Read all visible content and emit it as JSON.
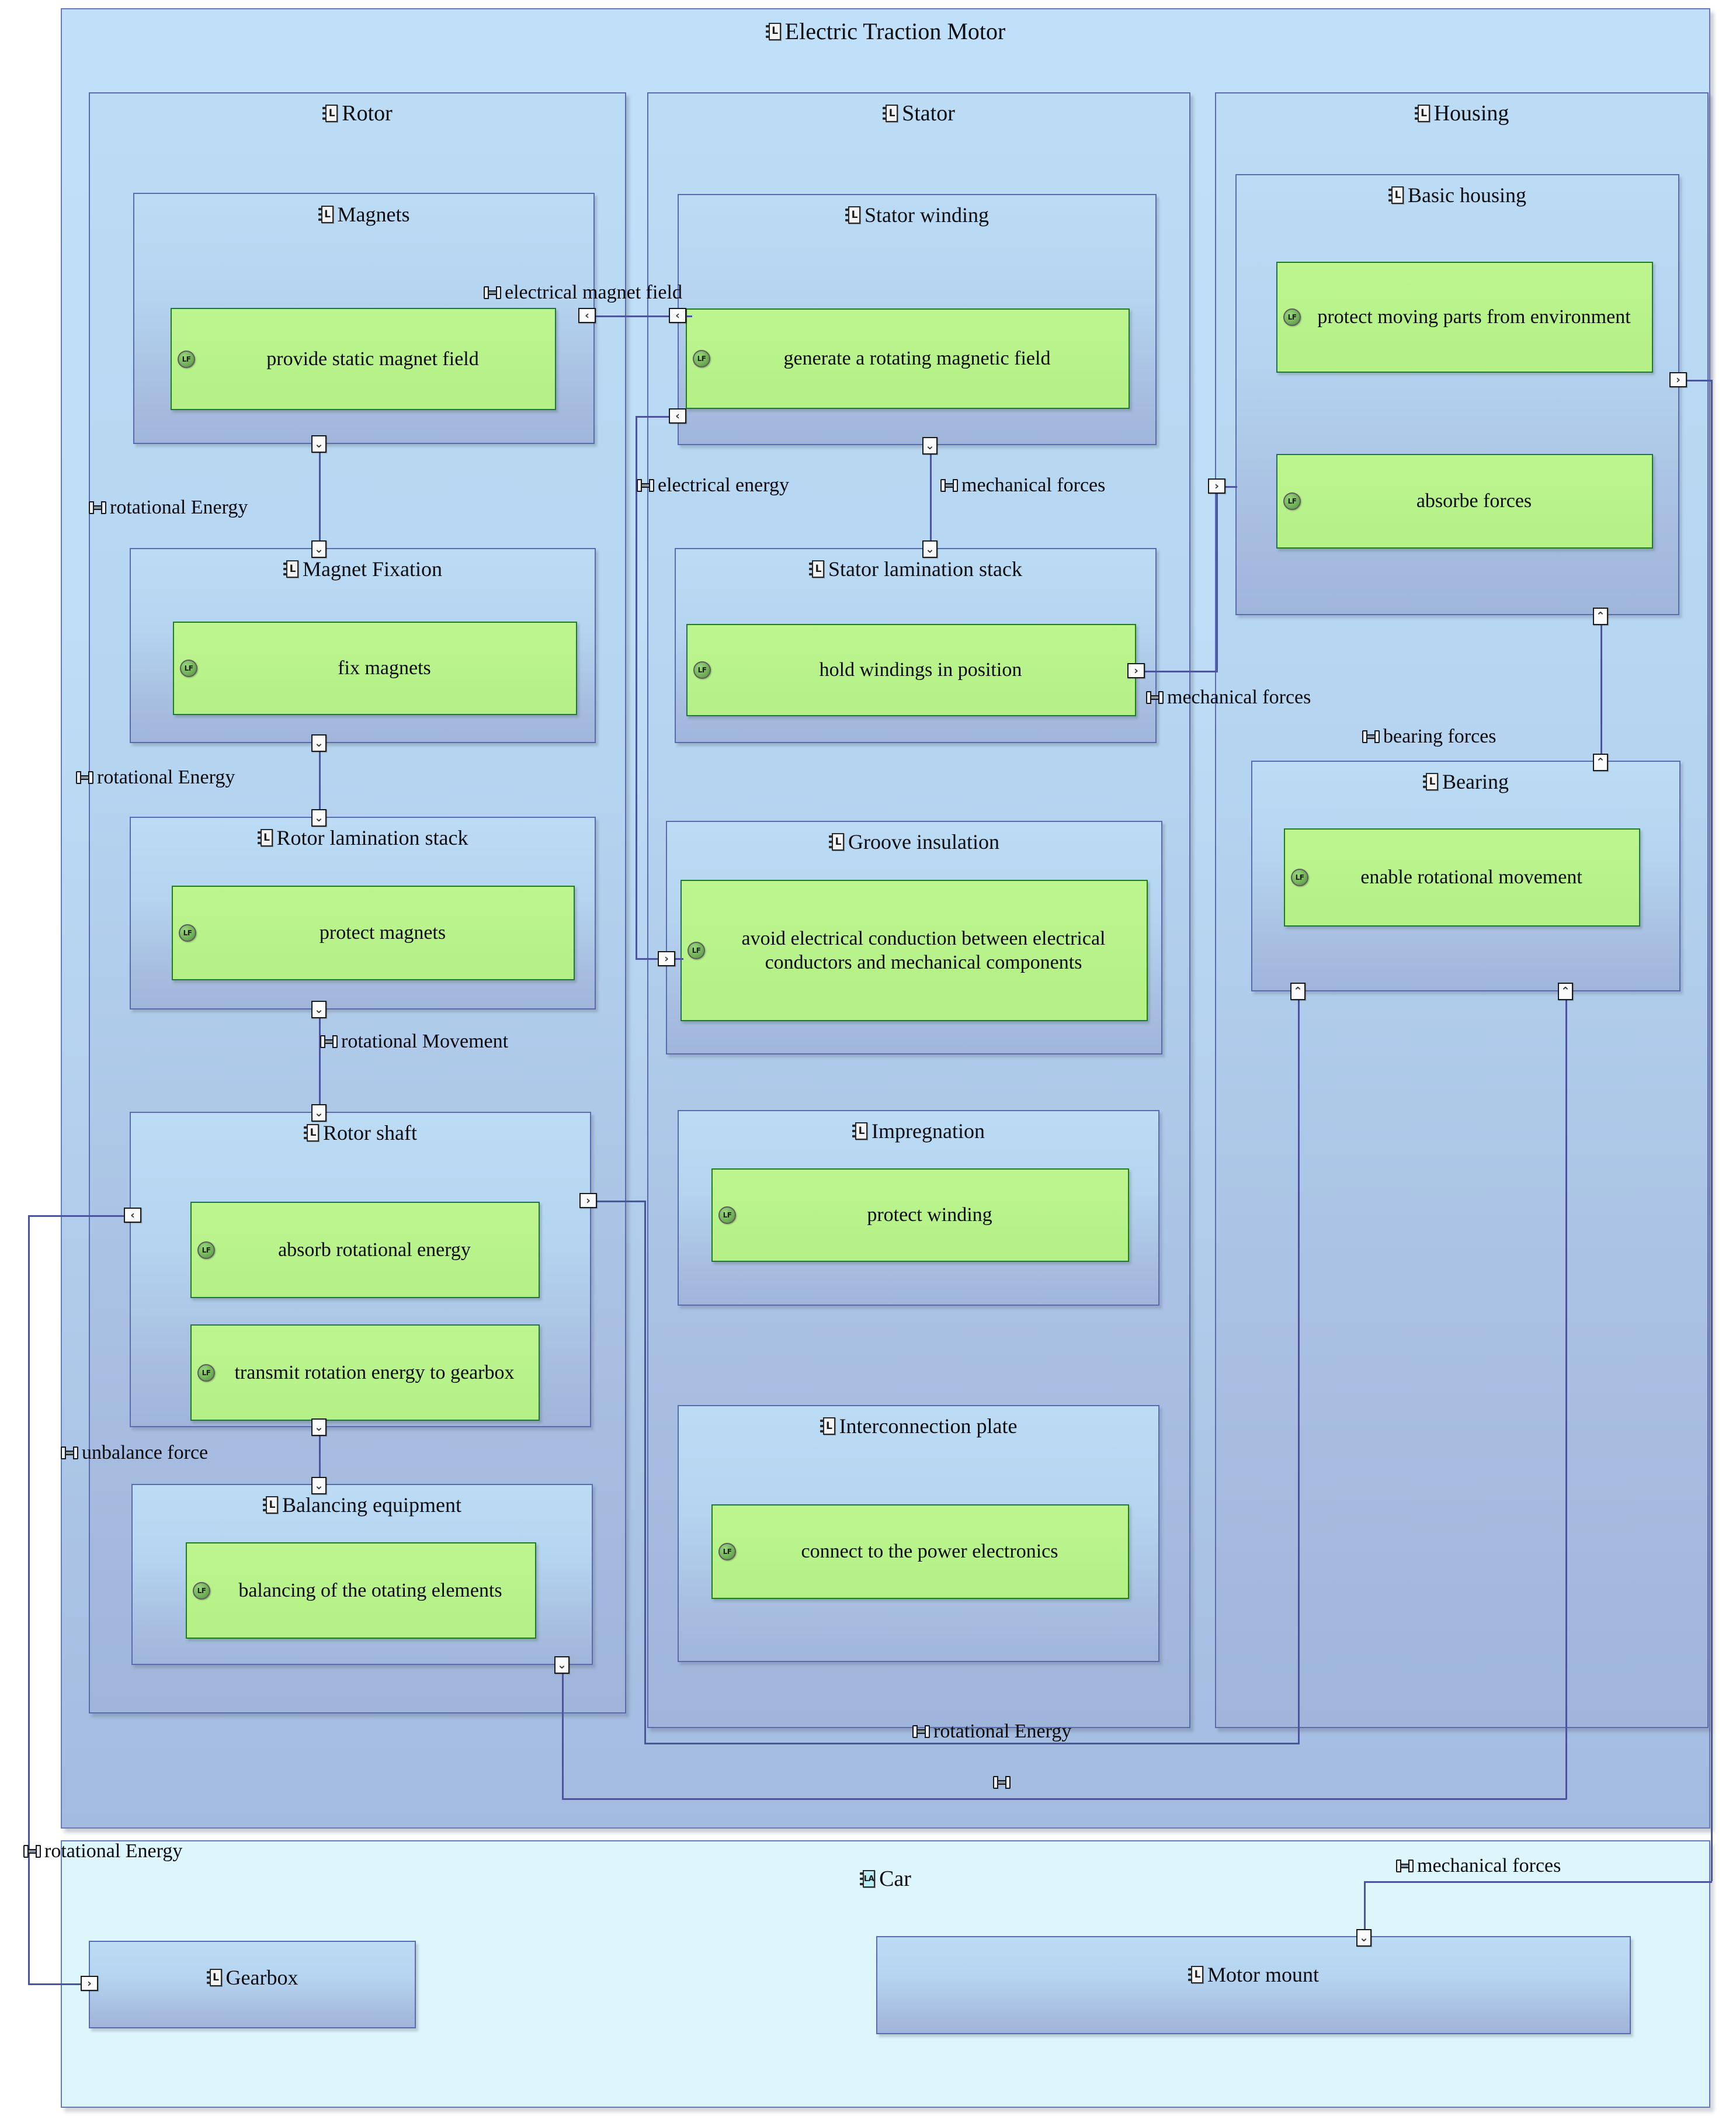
{
  "diagram": {
    "type": "SysML internal block / function allocation diagram",
    "root_block": {
      "label": "Electric Traction Motor",
      "icon": "block-L-icon"
    },
    "external_block": {
      "label": "Car",
      "icon": "block-LA-icon"
    }
  },
  "blocks": {
    "rotor": {
      "label": "Rotor"
    },
    "stator": {
      "label": "Stator"
    },
    "housing": {
      "label": "Housing"
    },
    "magnets": {
      "label": "Magnets"
    },
    "magnet_fixation": {
      "label": "Magnet Fixation"
    },
    "rotor_lamination_stack": {
      "label": "Rotor lamination stack"
    },
    "rotor_shaft": {
      "label": "Rotor shaft"
    },
    "balancing_equipment": {
      "label": "Balancing equipment"
    },
    "stator_winding": {
      "label": "Stator winding"
    },
    "stator_lamination_stack": {
      "label": "Stator lamination stack"
    },
    "groove_insulation": {
      "label": "Groove insulation"
    },
    "impregnation": {
      "label": "Impregnation"
    },
    "interconnection_plate": {
      "label": "Interconnection plate"
    },
    "basic_housing": {
      "label": "Basic housing"
    },
    "bearing": {
      "label": "Bearing"
    },
    "gearbox": {
      "label": "Gearbox"
    },
    "motor_mount": {
      "label": "Motor mount"
    }
  },
  "functions": {
    "provide_static_magnet_field": "provide static magnet field",
    "fix_magnets": "fix magnets",
    "protect_magnets": "protect magnets",
    "absorb_rotational_energy": "absorb rotational energy",
    "transmit_rotation_energy_to_gearbox": "transmit rotation energy to gearbox",
    "balancing_of_the_otating_elements": "balancing of the otating elements",
    "generate_a_rotating_magnetic_field": "generate a rotating magnetic field",
    "hold_windings_in_position": "hold windings in position",
    "avoid_electrical_conduction": "avoid electrical conduction between electrical conductors and mechanical components",
    "protect_winding": "protect winding",
    "connect_to_the_power_electronics": "connect to the power electronics",
    "protect_moving_parts_from_environment": "protect moving parts from environment",
    "absorbe_forces": "absorbe forces",
    "enable_rotational_movement": "enable rotational movement"
  },
  "flows": {
    "electrical_magnet_field": "electrical magnet field",
    "rotational_energy_1": "rotational Energy",
    "rotational_energy_2": "rotational Energy",
    "rotational_energy_3": "rotational Energy",
    "rotational_energy_4": "rotational Energy",
    "electrical_energy": "electrical energy",
    "mechanical_forces_1": "mechanical forces",
    "mechanical_forces_2": "mechanical forces",
    "mechanical_forces_3": "mechanical forces",
    "bearing_forces": "bearing forces",
    "rotational_movement": "rotational Movement",
    "unbalance_force": "unbalance force",
    "unnamed_flow": ""
  },
  "icons": {
    "block": "L",
    "block_actor": "LA",
    "function": "LF",
    "port_down": "⌄",
    "port_up": "⌃",
    "port_left": "‹",
    "port_right": "›"
  },
  "colors": {
    "block_border": "#5b6bb0",
    "block_fill_top": "#bcdcf5",
    "block_fill_bottom": "#9fb5da",
    "function_border": "#1f7a2e",
    "function_fill": "#b6f28a",
    "edge": "#4a559c",
    "car_fill": "#ddf6fc",
    "page_background": "#ffffff"
  }
}
